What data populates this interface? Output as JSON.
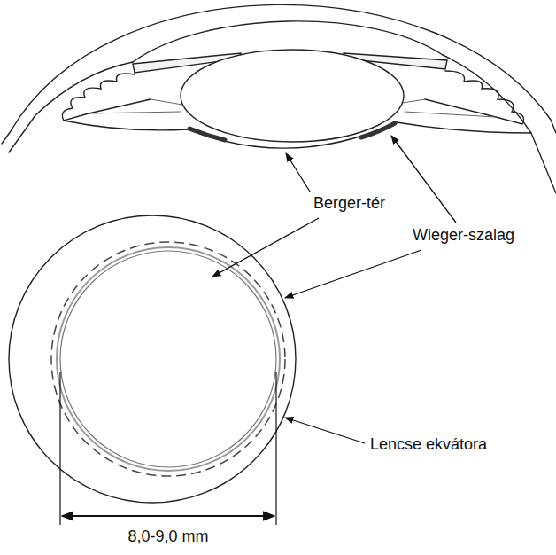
{
  "diagram": {
    "labels": [
      "Berger-tér",
      "Wieger-szalag",
      "Lencse ekvátora",
      "8,0-9,0 mm"
    ]
  }
}
